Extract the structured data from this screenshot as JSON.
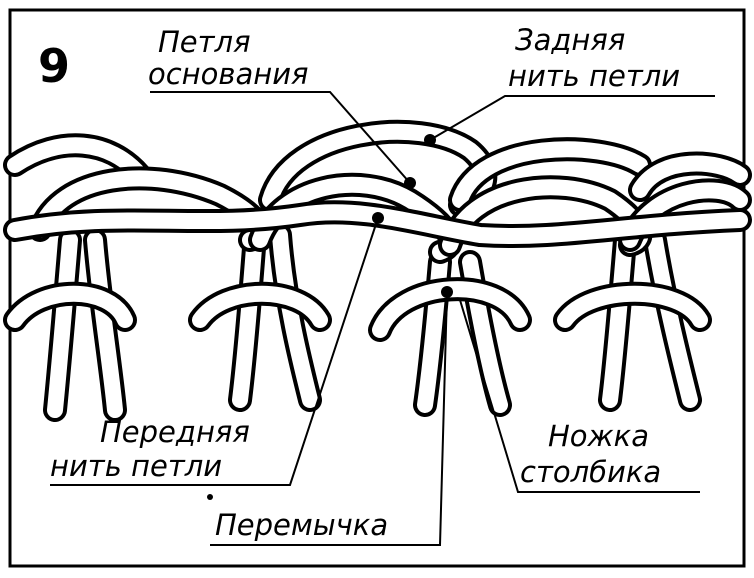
{
  "figure_number": "9",
  "labels": {
    "base_loop": [
      "Петля",
      "основания"
    ],
    "back_thread": [
      "Задняя",
      "нить петли"
    ],
    "front_thread": [
      "Передняя",
      "нить петли"
    ],
    "bridge": "Перемычка",
    "post_leg": [
      "Ножка",
      "столбика"
    ]
  }
}
